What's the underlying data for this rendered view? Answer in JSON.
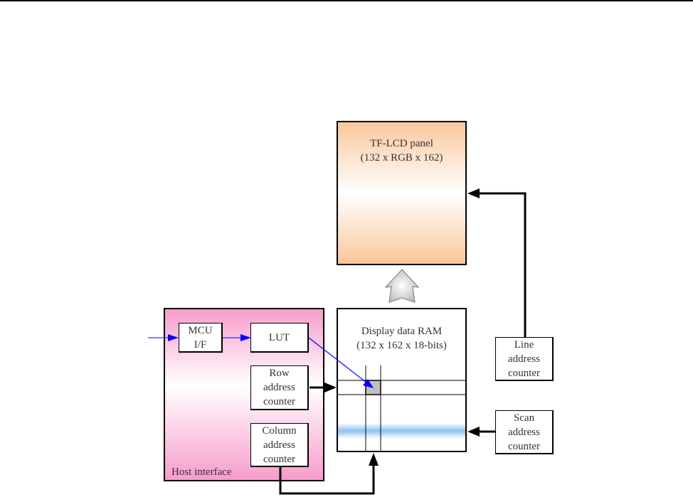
{
  "panel": {
    "line1": "TF-LCD panel",
    "line2": "(132 x RGB x 162)"
  },
  "ram": {
    "line1": "Display data RAM",
    "line2": "(132 x 162 x 18-bits)"
  },
  "host_interface": {
    "label": "Host interface",
    "mcu": {
      "line1": "MCU",
      "line2": "I/F"
    },
    "lut": {
      "label": "LUT"
    },
    "row_counter": {
      "line1": "Row",
      "line2": "address",
      "line3": "counter"
    },
    "column_counter": {
      "line1": "Column",
      "line2": "address",
      "line3": "counter"
    }
  },
  "line_counter": {
    "line1": "Line",
    "line2": "address",
    "line3": "counter"
  },
  "scan_counter": {
    "line1": "Scan",
    "line2": "address",
    "line3": "counter"
  },
  "colors": {
    "host_fill": "#f7a8d0",
    "panel_fill": "#f9c79a",
    "data_arrow": "#0000ff",
    "scan_highlight": "#8cc0f2",
    "selected_cell": "#c0c0c0"
  }
}
